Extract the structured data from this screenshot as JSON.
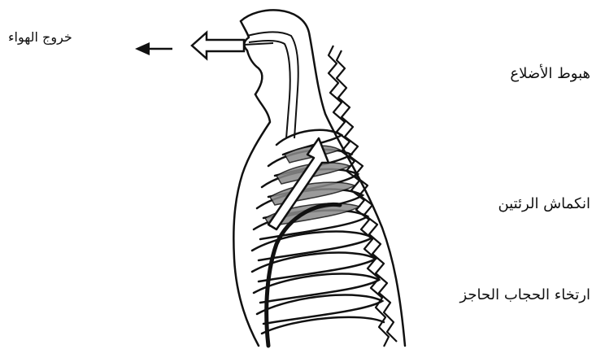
{
  "labels": {
    "air_out": "خروج الهواء",
    "ribs_descend": "هبوط الأضلاع",
    "lungs_contract": "انكماش الرئتين",
    "diaphragm_relax": "ارتخاء الحجاب الحاجز"
  },
  "colors": {
    "ink": "#111111",
    "background": "#ffffff",
    "lung_fill": "#8a8a8a"
  },
  "icons": {
    "air_arrow_small": "left-arrow",
    "air_arrow_large": "hollow-left-arrow",
    "lung_arrow": "hollow-up-arrow"
  }
}
